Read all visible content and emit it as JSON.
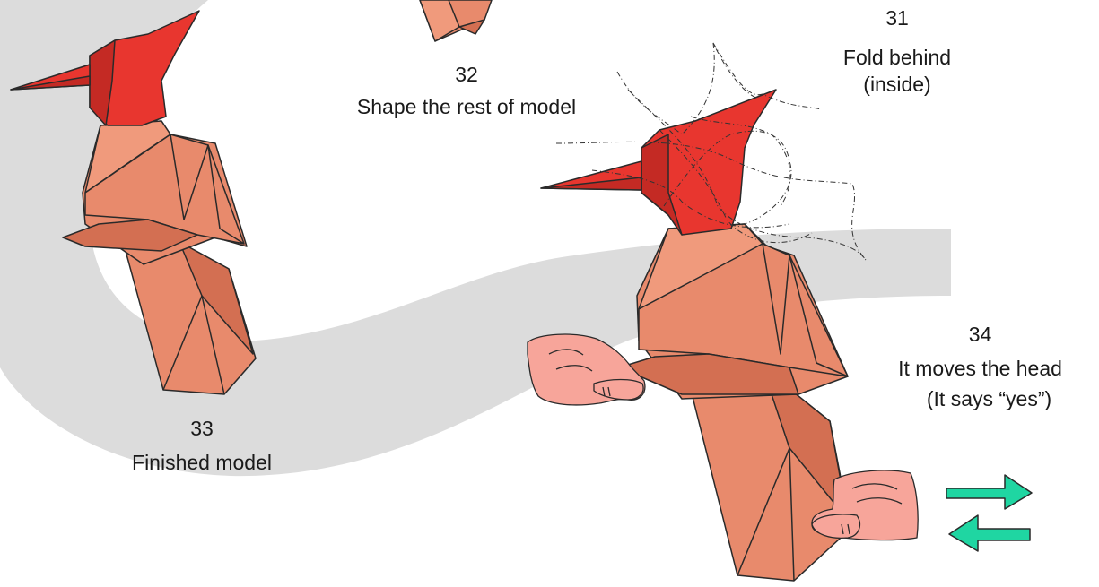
{
  "steps": [
    {
      "number": "31",
      "caption_lines": [
        "Fold behind",
        "(inside)"
      ]
    },
    {
      "number": "32",
      "caption_lines": [
        "Shape the rest of model"
      ]
    },
    {
      "number": "33",
      "caption_lines": [
        "Finished model"
      ]
    },
    {
      "number": "34",
      "caption_lines": [
        "It moves the head",
        "(It says “yes”)"
      ]
    }
  ],
  "colors": {
    "head_red": "#e8362f",
    "head_red_dark": "#c42a24",
    "body_salmon": "#e88a6c",
    "body_salmon_light": "#f09a7c",
    "body_salmon_dark": "#d36f52",
    "hand_skin": "#f7a59a",
    "arrow_teal": "#1fd6a2",
    "background_band": "#dcdcdc",
    "outline": "#2a2a2a"
  },
  "icons": [
    "woodpecker-finished-model",
    "woodpecker-model-with-fold-lines",
    "hand-holding-icon",
    "move-arrows-icon"
  ]
}
